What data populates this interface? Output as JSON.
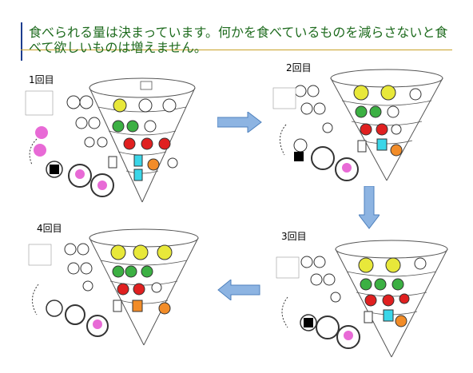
{
  "title": "食べられる量は決まっています。何かを食べているものを減らさないと食べて欲しいものは増えません。",
  "panels": [
    {
      "label": "1回目"
    },
    {
      "label": "2回目"
    },
    {
      "label": "3回目"
    },
    {
      "label": "4回目"
    }
  ],
  "colors": {
    "title": "#1e6b1e",
    "arrow_fill": "#8db4e2",
    "arrow_stroke": "#4f81bd",
    "yellow": "#e8e83a",
    "green": "#3cb043",
    "red": "#e02020",
    "cyan": "#3ad6e8",
    "orange": "#f28c28",
    "pink": "#e86ad6"
  }
}
